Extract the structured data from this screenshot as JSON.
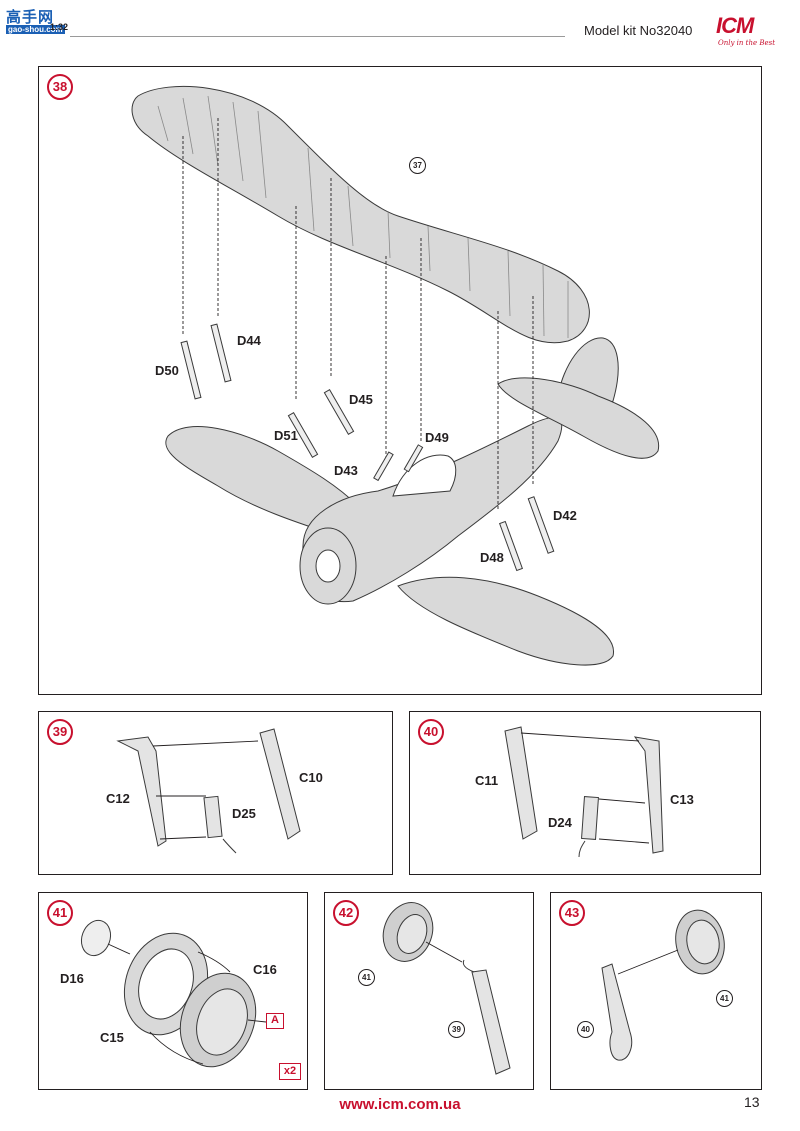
{
  "header": {
    "cn_logo_text": "高手网",
    "cn_logo_url": "gao-shou.com",
    "cn_logo_overlap": "1:32",
    "model_kit": "Model kit No32040",
    "brand": "ICM",
    "brand_tagline": "Only in the Best"
  },
  "steps": [
    {
      "number": "38",
      "parts": [
        "D44",
        "D50",
        "D45",
        "D51",
        "D49",
        "D43",
        "D42",
        "D48"
      ],
      "reference": "37"
    },
    {
      "number": "39",
      "parts": [
        "C12",
        "C10",
        "D25"
      ]
    },
    {
      "number": "40",
      "parts": [
        "C11",
        "C13",
        "D24"
      ]
    },
    {
      "number": "41",
      "parts": [
        "D16",
        "C16",
        "C15"
      ],
      "marker": "A",
      "quantity": "x2"
    },
    {
      "number": "42",
      "references": [
        "41",
        "39"
      ]
    },
    {
      "number": "43",
      "references": [
        "40",
        "41"
      ]
    }
  ],
  "footer": {
    "url": "www.icm.com.ua",
    "page": "13"
  },
  "colors": {
    "accent": "#c8102e",
    "line": "#231f20",
    "part_fill": "#d9d9d9"
  }
}
